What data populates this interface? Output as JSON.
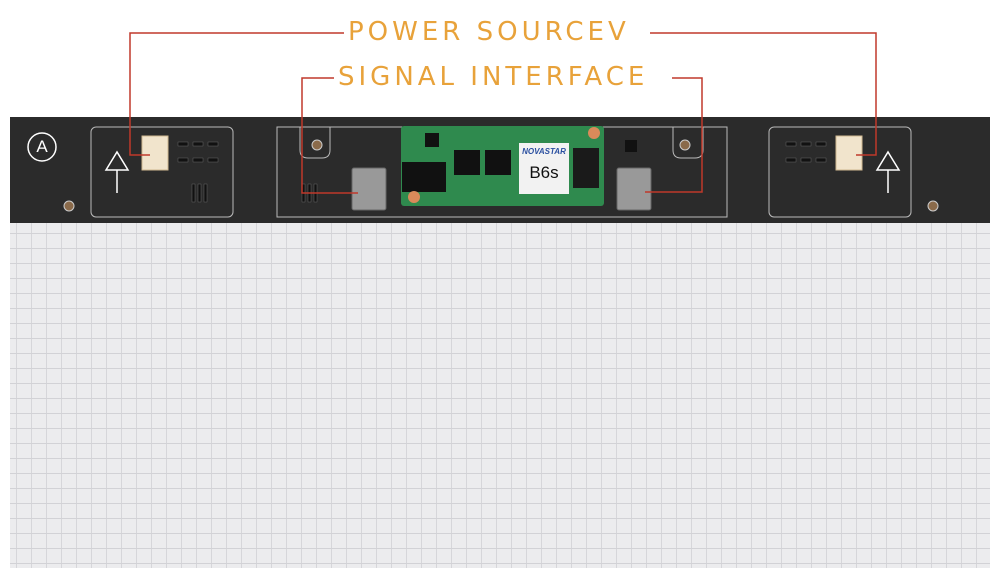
{
  "labels": {
    "power": "POWER SOURCEV",
    "signal": "SIGNAL INTERFACE"
  },
  "board": {
    "marker": "A",
    "card_brand": "NOVASTAR",
    "card_model": "B6s"
  },
  "colors": {
    "label": "#e8a23a",
    "leader_line": "#c0392b",
    "bar": "#2b2b2b",
    "pcb": "#2f8a4e"
  }
}
